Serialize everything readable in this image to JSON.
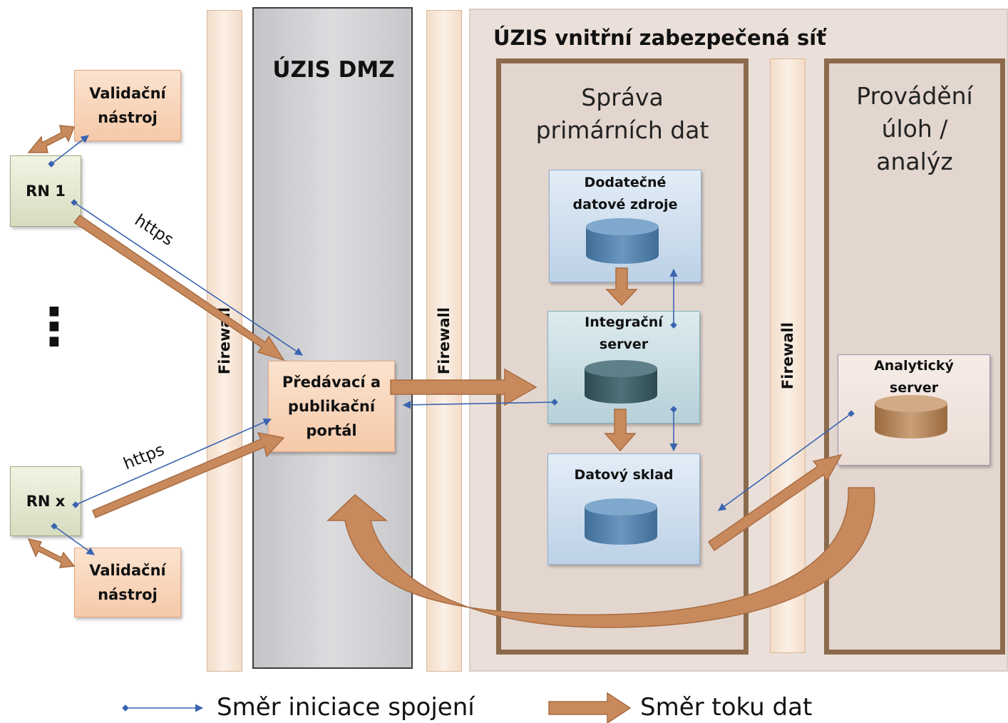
{
  "zones": {
    "dmz_title": "ÚZIS DMZ",
    "internal_title": "ÚZIS vnitřní zabezpečená síť",
    "primary_data_title": "Správa\nprimárních dat",
    "tasks_title": "Provádění\núloh /\nanalýz"
  },
  "firewalls": {
    "label": "Firewall"
  },
  "nodes": {
    "rn1": "RN 1",
    "rnx": "RN x",
    "ellipsis": "⋮",
    "validator_top": "Validační\nnástroj",
    "validator_bottom": "Validační\nnástroj",
    "portal": "Předávací a\npublikační\nportál",
    "additional_sources": "Dodatečné\ndatové zdroje",
    "integration_server": "Integrační\nserver",
    "data_warehouse": "Datový sklad",
    "analytics_server": "Analytický\nserver"
  },
  "connections": {
    "https_top": "https",
    "https_bottom": "https"
  },
  "legend": {
    "connection_direction": "Směr iniciace spojení",
    "data_flow_direction": "Směr toku dat"
  },
  "colors": {
    "flow_arrow": "#c88a5c",
    "connection_line": "#3a64b0",
    "zone_border": "#8b6b4c"
  }
}
